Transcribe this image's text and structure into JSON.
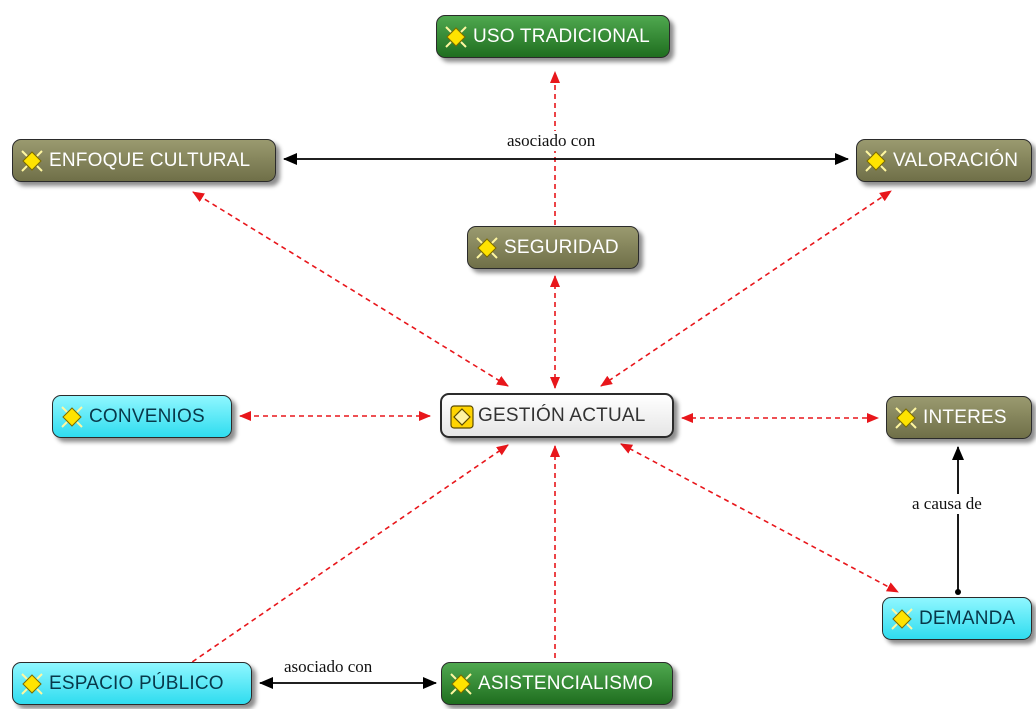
{
  "colors": {
    "dashed_link": "#e8161b",
    "solid_link": "#000000",
    "olive_node": "#838357",
    "green_node": "#2e8b2e",
    "cyan_node": "#3fe6f5",
    "center_node": "#f2f2f2",
    "icon_yellow": "#ffe300"
  },
  "nodes": {
    "uso_tradicional": {
      "label": "USO TRADICIONAL",
      "style": "green",
      "icon": "concept-icon"
    },
    "enfoque_cultural": {
      "label": "ENFOQUE CULTURAL",
      "style": "olive",
      "icon": "concept-icon"
    },
    "valoracion": {
      "label": "VALORACIÓN",
      "style": "olive",
      "icon": "concept-icon"
    },
    "seguridad": {
      "label": "SEGURIDAD",
      "style": "olive",
      "icon": "concept-icon"
    },
    "convenios": {
      "label": "CONVENIOS",
      "style": "cyan",
      "icon": "concept-icon"
    },
    "gestion_actual": {
      "label": "GESTIÓN ACTUAL",
      "style": "white",
      "icon": "root-concept-icon"
    },
    "interes": {
      "label": "INTERES",
      "style": "olive",
      "icon": "concept-icon"
    },
    "demanda": {
      "label": "DEMANDA",
      "style": "cyan",
      "icon": "concept-icon"
    },
    "espacio_publico": {
      "label": "ESPACIO PÚBLICO",
      "style": "cyan",
      "icon": "concept-icon"
    },
    "asistencialismo": {
      "label": "ASISTENCIALISMO",
      "style": "green",
      "icon": "concept-icon"
    }
  },
  "links": {
    "cultural_valoracion": {
      "from": "enfoque_cultural",
      "to": "valoracion",
      "label": "asociado con",
      "style": "solid"
    },
    "espacio_asistencialismo": {
      "from": "espacio_publico",
      "to": "asistencialismo",
      "label": "asociado con",
      "style": "solid"
    },
    "demanda_interes": {
      "from": "demanda",
      "to": "interes",
      "label": "a causa de",
      "style": "solid"
    }
  }
}
